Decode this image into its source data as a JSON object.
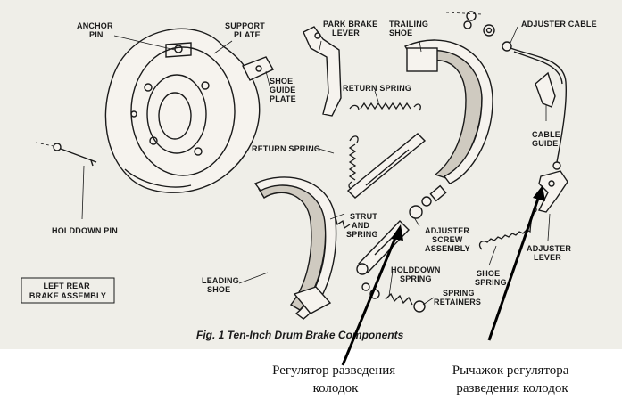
{
  "colors": {
    "background": "#ffffff",
    "figure_tint": "#efeee8",
    "ink": "#1a1a1a",
    "lining": "#cfcac0"
  },
  "labels": {
    "anchor_pin": [
      "ANCHOR",
      "PIN"
    ],
    "support_plate": [
      "SUPPORT",
      "PLATE"
    ],
    "park_brake_lever": [
      "PARK BRAKE",
      "LEVER"
    ],
    "trailing_shoe": [
      "TRAILING",
      "SHOE"
    ],
    "adjuster_cable": "ADJUSTER CABLE",
    "shoe_guide_plate": [
      "SHOE",
      "GUIDE",
      "PLATE"
    ],
    "return_spring_top": "RETURN SPRING",
    "return_spring_left": "RETURN SPRING",
    "cable_guide": [
      "CABLE",
      "GUIDE"
    ],
    "holddown_pin": "HOLDDOWN PIN",
    "strut_and_spring": [
      "STRUT",
      "AND",
      "SPRING"
    ],
    "adjuster_screw_assembly": [
      "ADJUSTER",
      "SCREW",
      "ASSEMBLY"
    ],
    "adjuster_lever": [
      "ADJUSTER",
      "LEVER"
    ],
    "shoe_spring": [
      "SHOE",
      "SPRING"
    ],
    "left_rear_brake_assembly": [
      "LEFT REAR",
      "BRAKE ASSEMBLY"
    ],
    "leading_shoe": [
      "LEADING",
      "SHOE"
    ],
    "holddown_spring": [
      "HOLDDOWN",
      "SPRING"
    ],
    "spring_retainers": [
      "SPRING",
      "RETAINERS"
    ]
  },
  "caption": "Fig. 1 Ten-Inch Drum Brake Components",
  "annotations": {
    "adjuster_screw": [
      "Регулятор разведения",
      "колодок"
    ],
    "adjuster_lever": [
      "Рычажок регулятора",
      "разведения колодок"
    ]
  }
}
